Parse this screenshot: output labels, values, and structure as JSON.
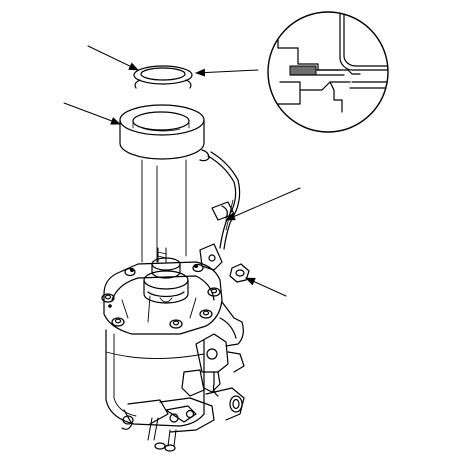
{
  "diagram": {
    "colors": {
      "line": "#000000",
      "background": "#ffffff",
      "highlight": "#6e6e6e"
    },
    "parts": [
      "snap-ring",
      "field-coil",
      "field-coil-wire-harness",
      "harness-clamp",
      "ground-bolt",
      "compressor-body",
      "detail-magnifier"
    ],
    "leader_lines": 5
  }
}
